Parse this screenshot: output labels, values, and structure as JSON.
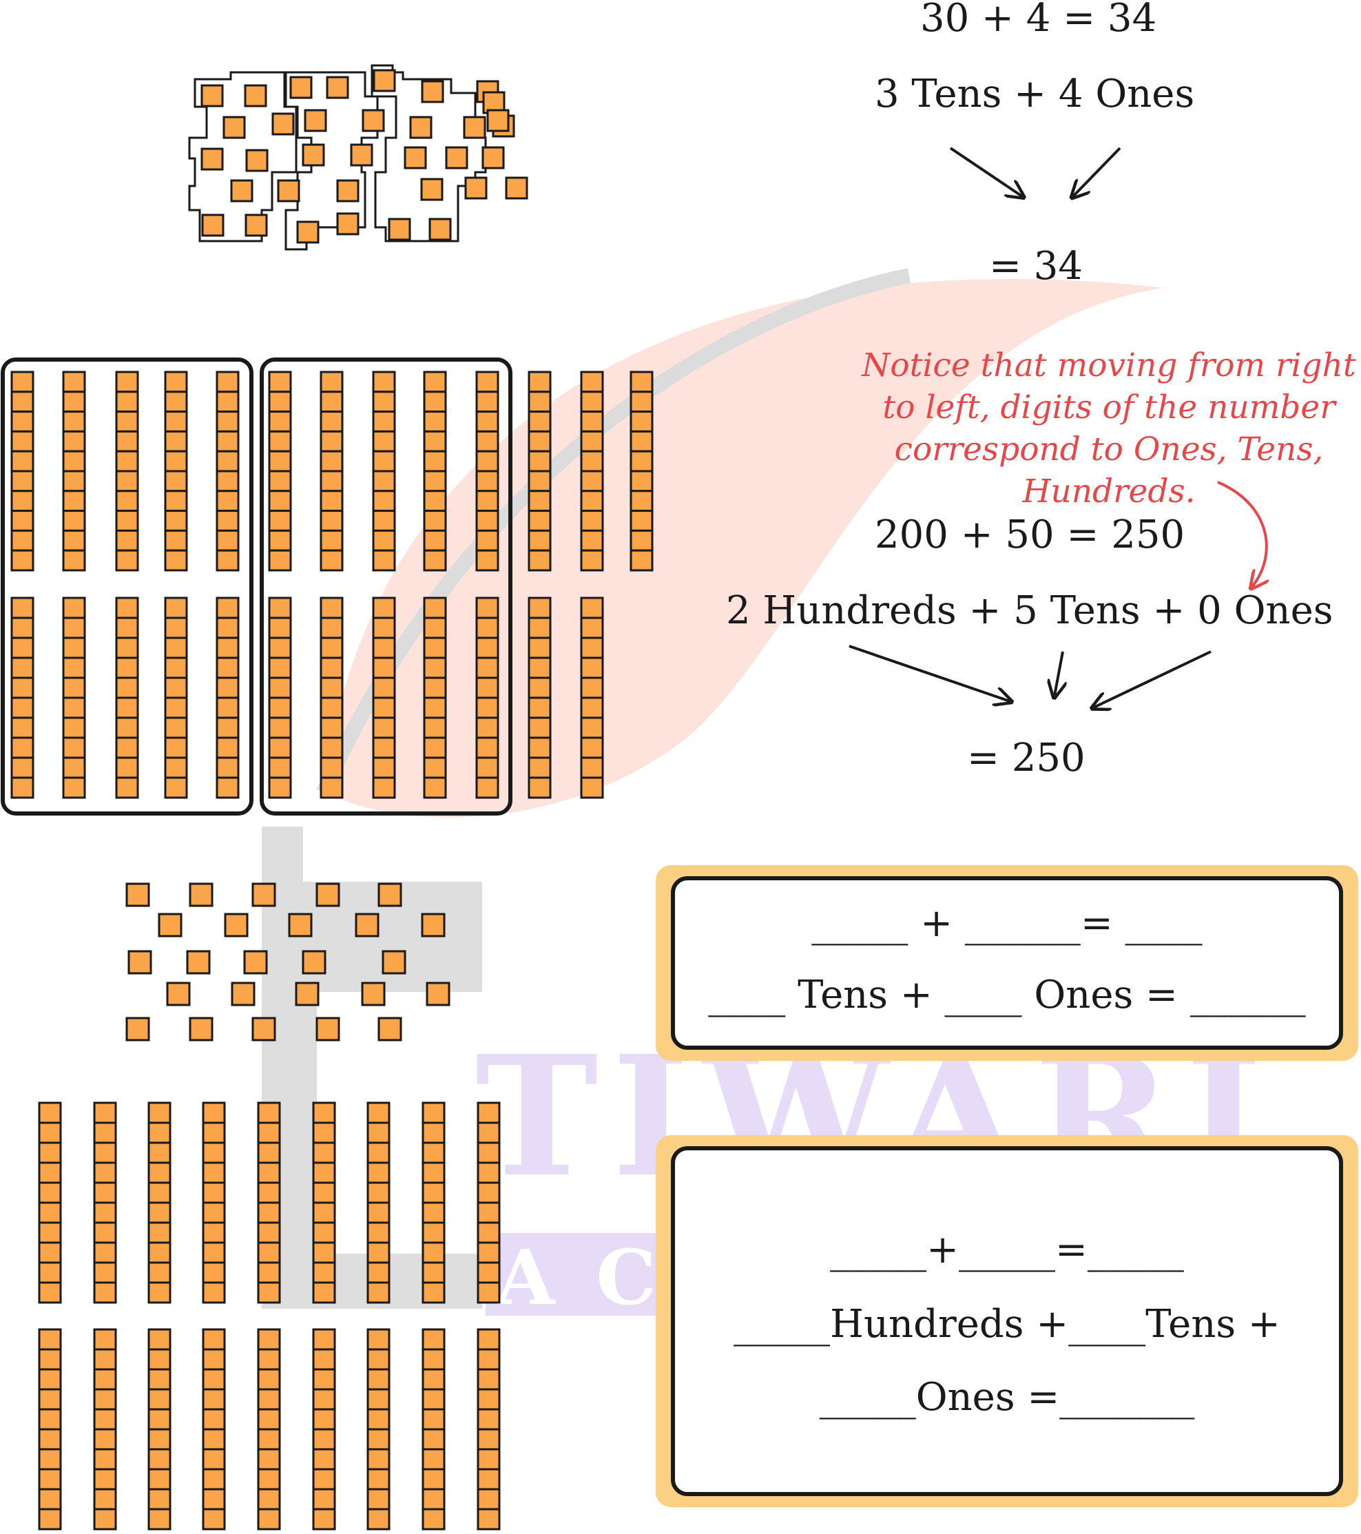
{
  "colors": {
    "block_fill": "#faa54a",
    "block_stroke": "#1a1a1a",
    "note_red": "#e8474a",
    "card_border": "#fcd082",
    "watermark_leaf": "#fde3dc",
    "watermark_grey": "#dedede",
    "watermark_purple": "#e6dcf8"
  },
  "watermark": {
    "text_main": "TIWARI",
    "text_sub": "ACADEMY"
  },
  "example1": {
    "expanded": "30 + 4 = 34",
    "place_value": "3 Tens + 4 Ones",
    "result": "= 34"
  },
  "note": {
    "lines": [
      "Notice that moving from right",
      "to left, digits of the number",
      "correspond to Ones, Tens,",
      "Hundreds."
    ]
  },
  "example2": {
    "expanded": "200 + 50 = 250",
    "place_value": "2 Hundreds + 5 Tens + 0 Ones",
    "result": "= 250"
  },
  "exercise1": {
    "line1": "_____ + ______= ____",
    "line2": "____ Tens + ____ Ones = ______"
  },
  "exercise2": {
    "line1": "_____+_____=_____",
    "line2": "_____Hundreds +____Tens +",
    "line3": "_____Ones =_______"
  },
  "icons": {
    "ten_rod": "ten-rod-icon",
    "unit_cube": "unit-cube-icon",
    "arrow": "arrow-icon"
  }
}
